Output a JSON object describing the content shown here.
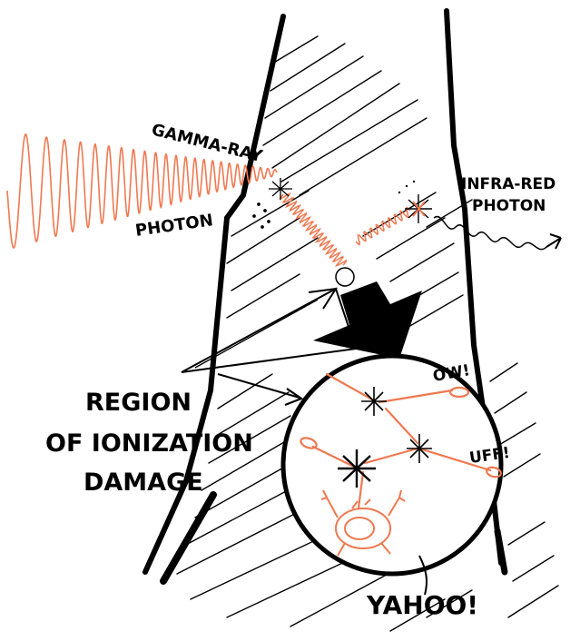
{
  "labels": {
    "gamma_ray": "GAMMA-RAY",
    "photon_in": "PHOTON",
    "infra_red": "INFRA-RED",
    "photon_out": "PHOTON",
    "region_line1": "REGION",
    "region_line2": "OF IONIZATION",
    "region_line3": "DAMAGE",
    "ow": "OW!",
    "uff": "UFF!",
    "yahoo": "YAHOO!"
  },
  "colors": {
    "ink": "#000000",
    "accent": "#f07850",
    "paper": "#ffffff"
  }
}
